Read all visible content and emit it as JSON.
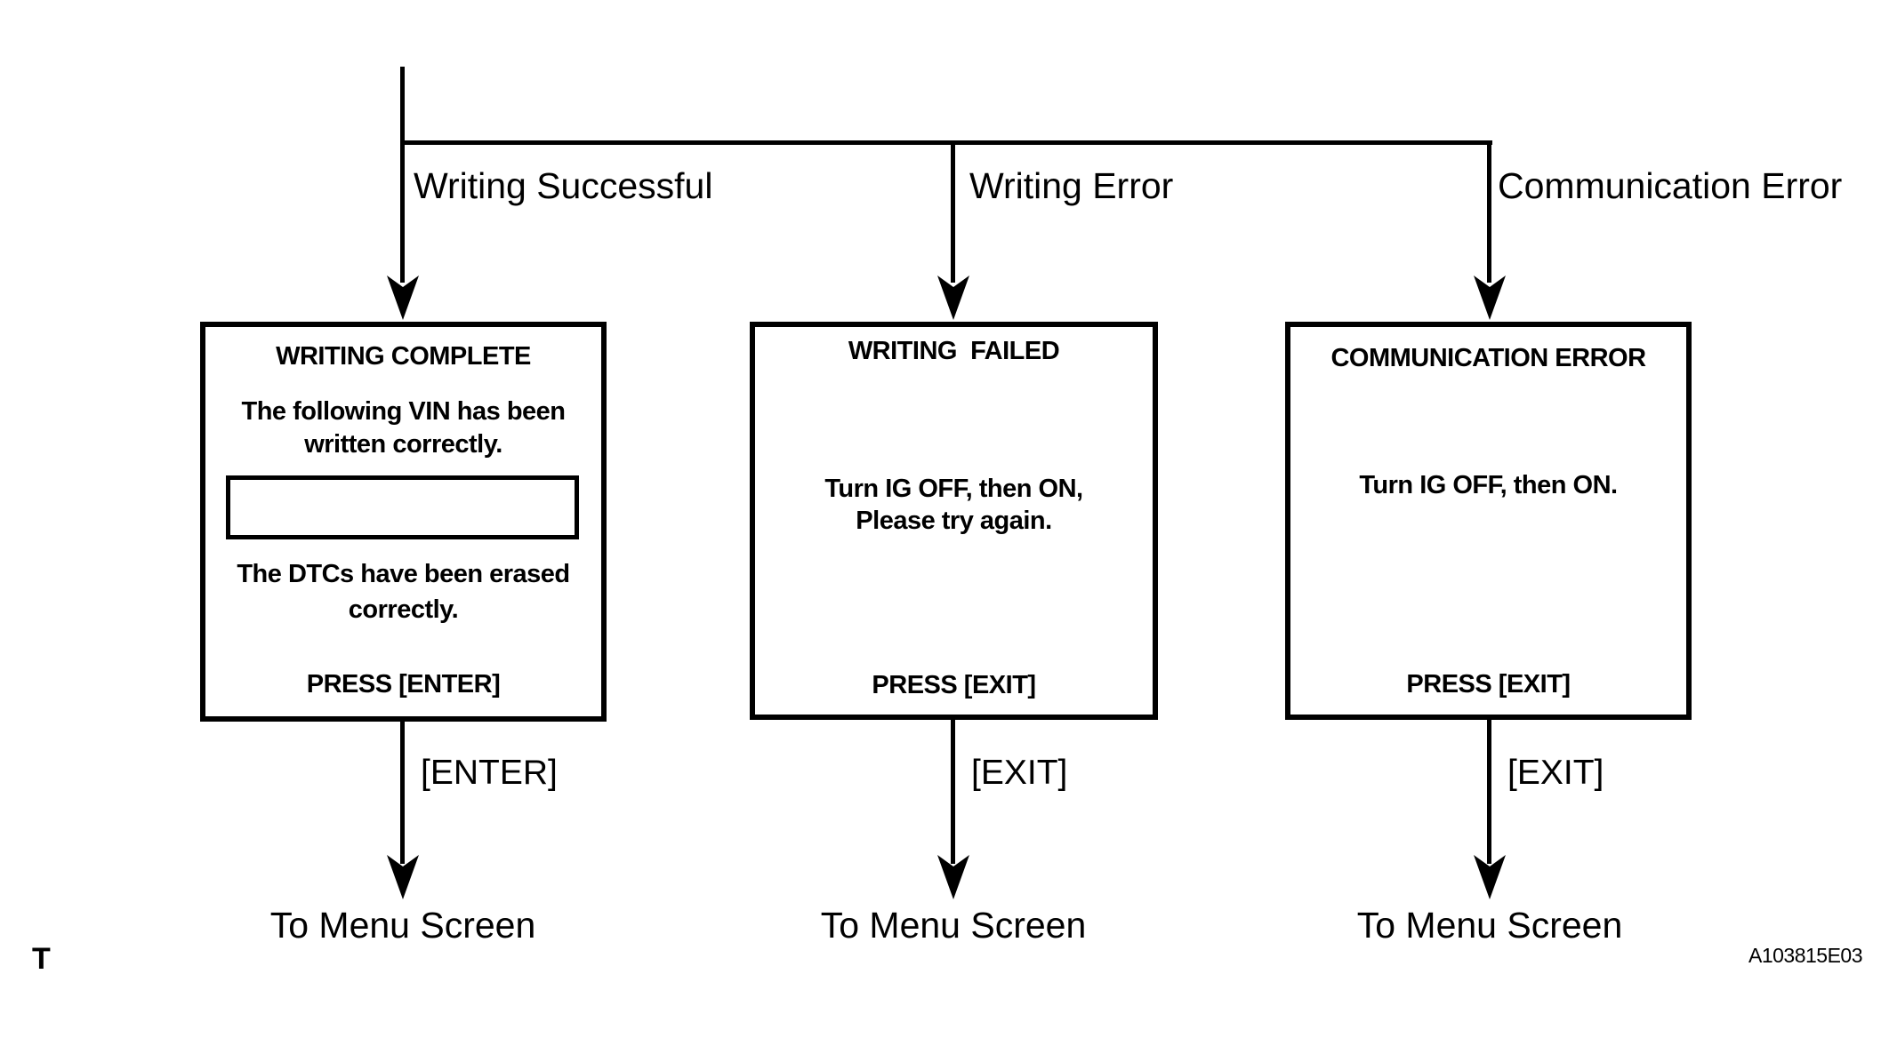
{
  "branches": [
    {
      "condition": "Writing Successful",
      "screen": {
        "title": "WRITING COMPLETE",
        "message1_line1": "The following VIN has been",
        "message1_line2": "written correctly.",
        "message2_line1": "The DTCs have been erased",
        "message2_line2": "correctly.",
        "press": "PRESS [ENTER]"
      },
      "key": "[ENTER]",
      "destination": "To Menu Screen"
    },
    {
      "condition": "Writing Error",
      "screen": {
        "title": "WRITING  FAILED",
        "message1_line1": "Turn IG OFF, then ON,",
        "message1_line2": "Please try again.",
        "press": "PRESS [EXIT]"
      },
      "key": "[EXIT]",
      "destination": "To Menu Screen"
    },
    {
      "condition": "Communication Error",
      "screen": {
        "title": "COMMUNICATION ERROR",
        "message1_line1": "Turn IG OFF, then ON.",
        "press": "PRESS [EXIT]"
      },
      "key": "[EXIT]",
      "destination": "To Menu Screen"
    }
  ],
  "footer": {
    "page_marker": "T",
    "figure_code": "A103815E03"
  },
  "colors": {
    "line": "#000000",
    "background": "#ffffff"
  }
}
